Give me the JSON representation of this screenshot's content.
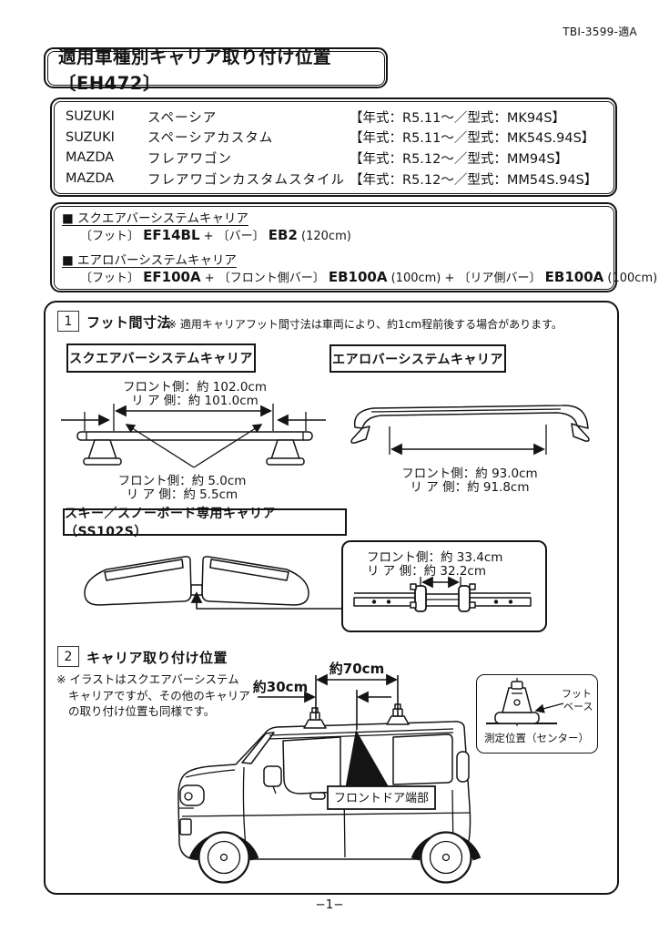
{
  "page": {
    "doc_ref": "TBI-3599-適A",
    "title": "適用車種別キャリア取り付け位置〔EH472〕",
    "page_number": "−1−",
    "ink_color": "#141414",
    "paper_color": "#ffffff"
  },
  "vehicles": [
    {
      "maker": "SUZUKI",
      "model": "スペーシア",
      "spec": "【年式：R5.11～／型式：MK94S】"
    },
    {
      "maker": "SUZUKI",
      "model": "スペーシアカスタム",
      "spec": "【年式：R5.11～／型式：MK54S.94S】"
    },
    {
      "maker": "MAZDA",
      "model": "フレアワゴン",
      "spec": "【年式：R5.12～／型式：MM94S】"
    },
    {
      "maker": "MAZDA",
      "model": "フレアワゴンカスタムスタイル",
      "spec": "【年式：R5.12～／型式：MM54S.94S】"
    }
  ],
  "systems": {
    "square": {
      "heading": "■ スクエアバーシステムキャリア",
      "seg1": "〔フット〕 ",
      "part1": "EF14BL",
      "seg2": " + 〔バー〕 ",
      "part2": "EB2",
      "seg3": " (120cm)"
    },
    "aero": {
      "heading": "■ エアロバーシステムキャリア",
      "seg1": "〔フット〕 ",
      "part1": "EF100A",
      "seg2": " + 〔フロント側バー〕 ",
      "part2": "EB100A",
      "seg3": " (100cm) + 〔リア側バー〕 ",
      "part3": "EB100A",
      "seg4": " (100cm)"
    }
  },
  "section1": {
    "number": "1",
    "heading": "フット間寸法",
    "note": "※ 適用キャリアフット間寸法は車両により、約1cm程前後する場合があります。",
    "square_label": "スクエアバーシステムキャリア",
    "aero_label": "エアロバーシステムキャリア",
    "square_top_front": "フロント側：約 102.0cm",
    "square_top_rear": "リ ア 側：約 101.0cm",
    "square_bottom_front": "フロント側：約 5.0cm",
    "square_bottom_rear": "リ ア 側：約 5.5cm",
    "aero_front": "フロント側：約 93.0cm",
    "aero_rear": "リ ア 側：約 91.8cm",
    "ski_label": "スキー／スノーボード専用キャリア（SS102S）",
    "ski_front": "フロント側：約 33.4cm",
    "ski_rear": "リ ア 側：約 32.2cm"
  },
  "section2": {
    "number": "2",
    "heading": "キャリア取り付け位置",
    "note_line1": "※ イラストはスクエアバーシステム",
    "note_line2": "キャリアですが、その他のキャリア",
    "note_line3": "の取り付け位置も同様です。",
    "dim_front_rear": "約70cm",
    "dim_door": "約30cm",
    "door_edge_label": "フロントドア端部",
    "foot_base_line1": "フット",
    "foot_base_line2": "ベース",
    "measure_label": "測定位置（センター）"
  }
}
